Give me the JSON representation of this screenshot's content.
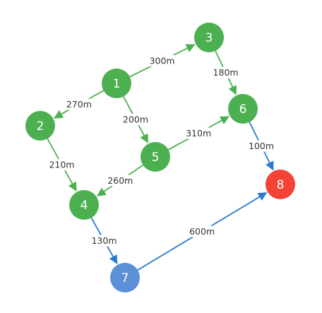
{
  "colors": {
    "green": "#4caf50",
    "blue": "#2b7bd0",
    "blue_node": "#5b8fd6",
    "red": "#f44336",
    "label": "#333333"
  },
  "nodes": [
    {
      "id": "1",
      "label": "1",
      "color": "green"
    },
    {
      "id": "2",
      "label": "2",
      "color": "green"
    },
    {
      "id": "3",
      "label": "3",
      "color": "green"
    },
    {
      "id": "4",
      "label": "4",
      "color": "green"
    },
    {
      "id": "5",
      "label": "5",
      "color": "green"
    },
    {
      "id": "6",
      "label": "6",
      "color": "green"
    },
    {
      "id": "7",
      "label": "7",
      "color": "blue_node"
    },
    {
      "id": "8",
      "label": "8",
      "color": "red"
    }
  ],
  "edges": [
    {
      "from": "1",
      "to": "3",
      "label": "300m",
      "color": "green"
    },
    {
      "from": "1",
      "to": "2",
      "label": "270m",
      "color": "green"
    },
    {
      "from": "1",
      "to": "5",
      "label": "200m",
      "color": "green"
    },
    {
      "from": "3",
      "to": "6",
      "label": "180m",
      "color": "green"
    },
    {
      "from": "5",
      "to": "6",
      "label": "310m",
      "color": "green"
    },
    {
      "from": "2",
      "to": "4",
      "label": "210m",
      "color": "green"
    },
    {
      "from": "5",
      "to": "4",
      "label": "260m",
      "color": "green"
    },
    {
      "from": "6",
      "to": "8",
      "label": "100m",
      "color": "blue"
    },
    {
      "from": "4",
      "to": "7",
      "label": "130m",
      "color": "blue"
    },
    {
      "from": "7",
      "to": "8",
      "label": "600m",
      "color": "blue"
    }
  ]
}
